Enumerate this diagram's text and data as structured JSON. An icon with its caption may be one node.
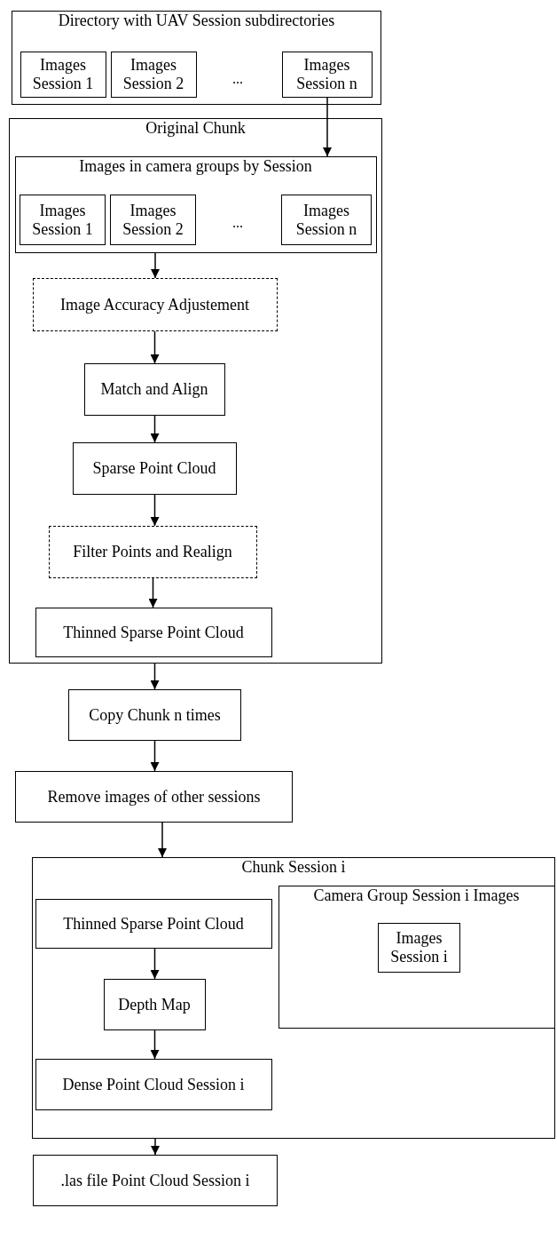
{
  "diagram": {
    "nodes": [
      {
        "text": [
          "Directory with UAV Session subdirectories"
        ]
      },
      {
        "text": [
          "Images Session 1"
        ],
        "in": 0
      },
      {
        "text": [
          "Images Session 2"
        ],
        "in": 0
      },
      {
        "text": [
          "Images Session n"
        ],
        "in": 0
      },
      {
        "text": [
          "Original Chunk"
        ]
      },
      {
        "text": [
          "Images in camera groups by Session"
        ],
        "in": 4
      },
      {
        "text": [
          "Images Session 1"
        ],
        "in": 5
      },
      {
        "text": [
          "Images Session 2"
        ],
        "in": 5
      },
      {
        "text": [
          "Images Session n"
        ],
        "in": 5
      },
      {
        "text": [
          "Image Accuracy Adjustement"
        ],
        "in": 4
      },
      {
        "text": [
          "Match and Align"
        ],
        "in": 4
      },
      {
        "text": [
          "Sparse Point Cloud"
        ],
        "in": 4
      },
      {
        "text": [
          "Filter Points and Realign"
        ],
        "in": 4
      },
      {
        "text": [
          "Thinned Sparse Point Cloud"
        ],
        "in": 4
      },
      {
        "text": [
          "Copy Chunk n times"
        ]
      },
      {
        "text": [
          "Remove images of other sessions"
        ]
      },
      {
        "text": [
          "Chunk Session i"
        ]
      },
      {
        "text": [
          "Thinned Sparse Point Cloud"
        ],
        "in": 16
      },
      {
        "text": [
          "Camera Group Session i Images"
        ],
        "in": 16
      },
      {
        "text": [
          "Images Session i"
        ],
        "in": 18
      },
      {
        "text": [
          "Depth Map"
        ],
        "in": 16
      },
      {
        "text": [
          "Dense Point Cloud Session i"
        ],
        "in": 16
      },
      {
        "text": [
          ".las file Point Cloud Session i"
        ]
      }
    ],
    "edges": [
      {
        "from": 3,
        "to": 5,
        "arrow": "to"
      },
      {
        "from": 5,
        "to": 9,
        "arrow": "to"
      },
      {
        "from": 9,
        "to": 10,
        "arrow": "to"
      },
      {
        "from": 10,
        "to": 11,
        "arrow": "to"
      },
      {
        "from": 11,
        "to": 12,
        "arrow": "to"
      },
      {
        "from": 12,
        "to": 13,
        "arrow": "to"
      },
      {
        "from": 4,
        "to": 14,
        "arrow": "to"
      },
      {
        "from": 14,
        "to": 15,
        "arrow": "to"
      },
      {
        "from": 15,
        "to": 16,
        "arrow": "to"
      },
      {
        "from": 17,
        "to": 20,
        "arrow": "to"
      },
      {
        "from": 20,
        "to": 21,
        "arrow": "to"
      },
      {
        "from": 16,
        "to": 22,
        "arrow": "to"
      }
    ],
    "labels": [
      "...",
      "..."
    ]
  }
}
